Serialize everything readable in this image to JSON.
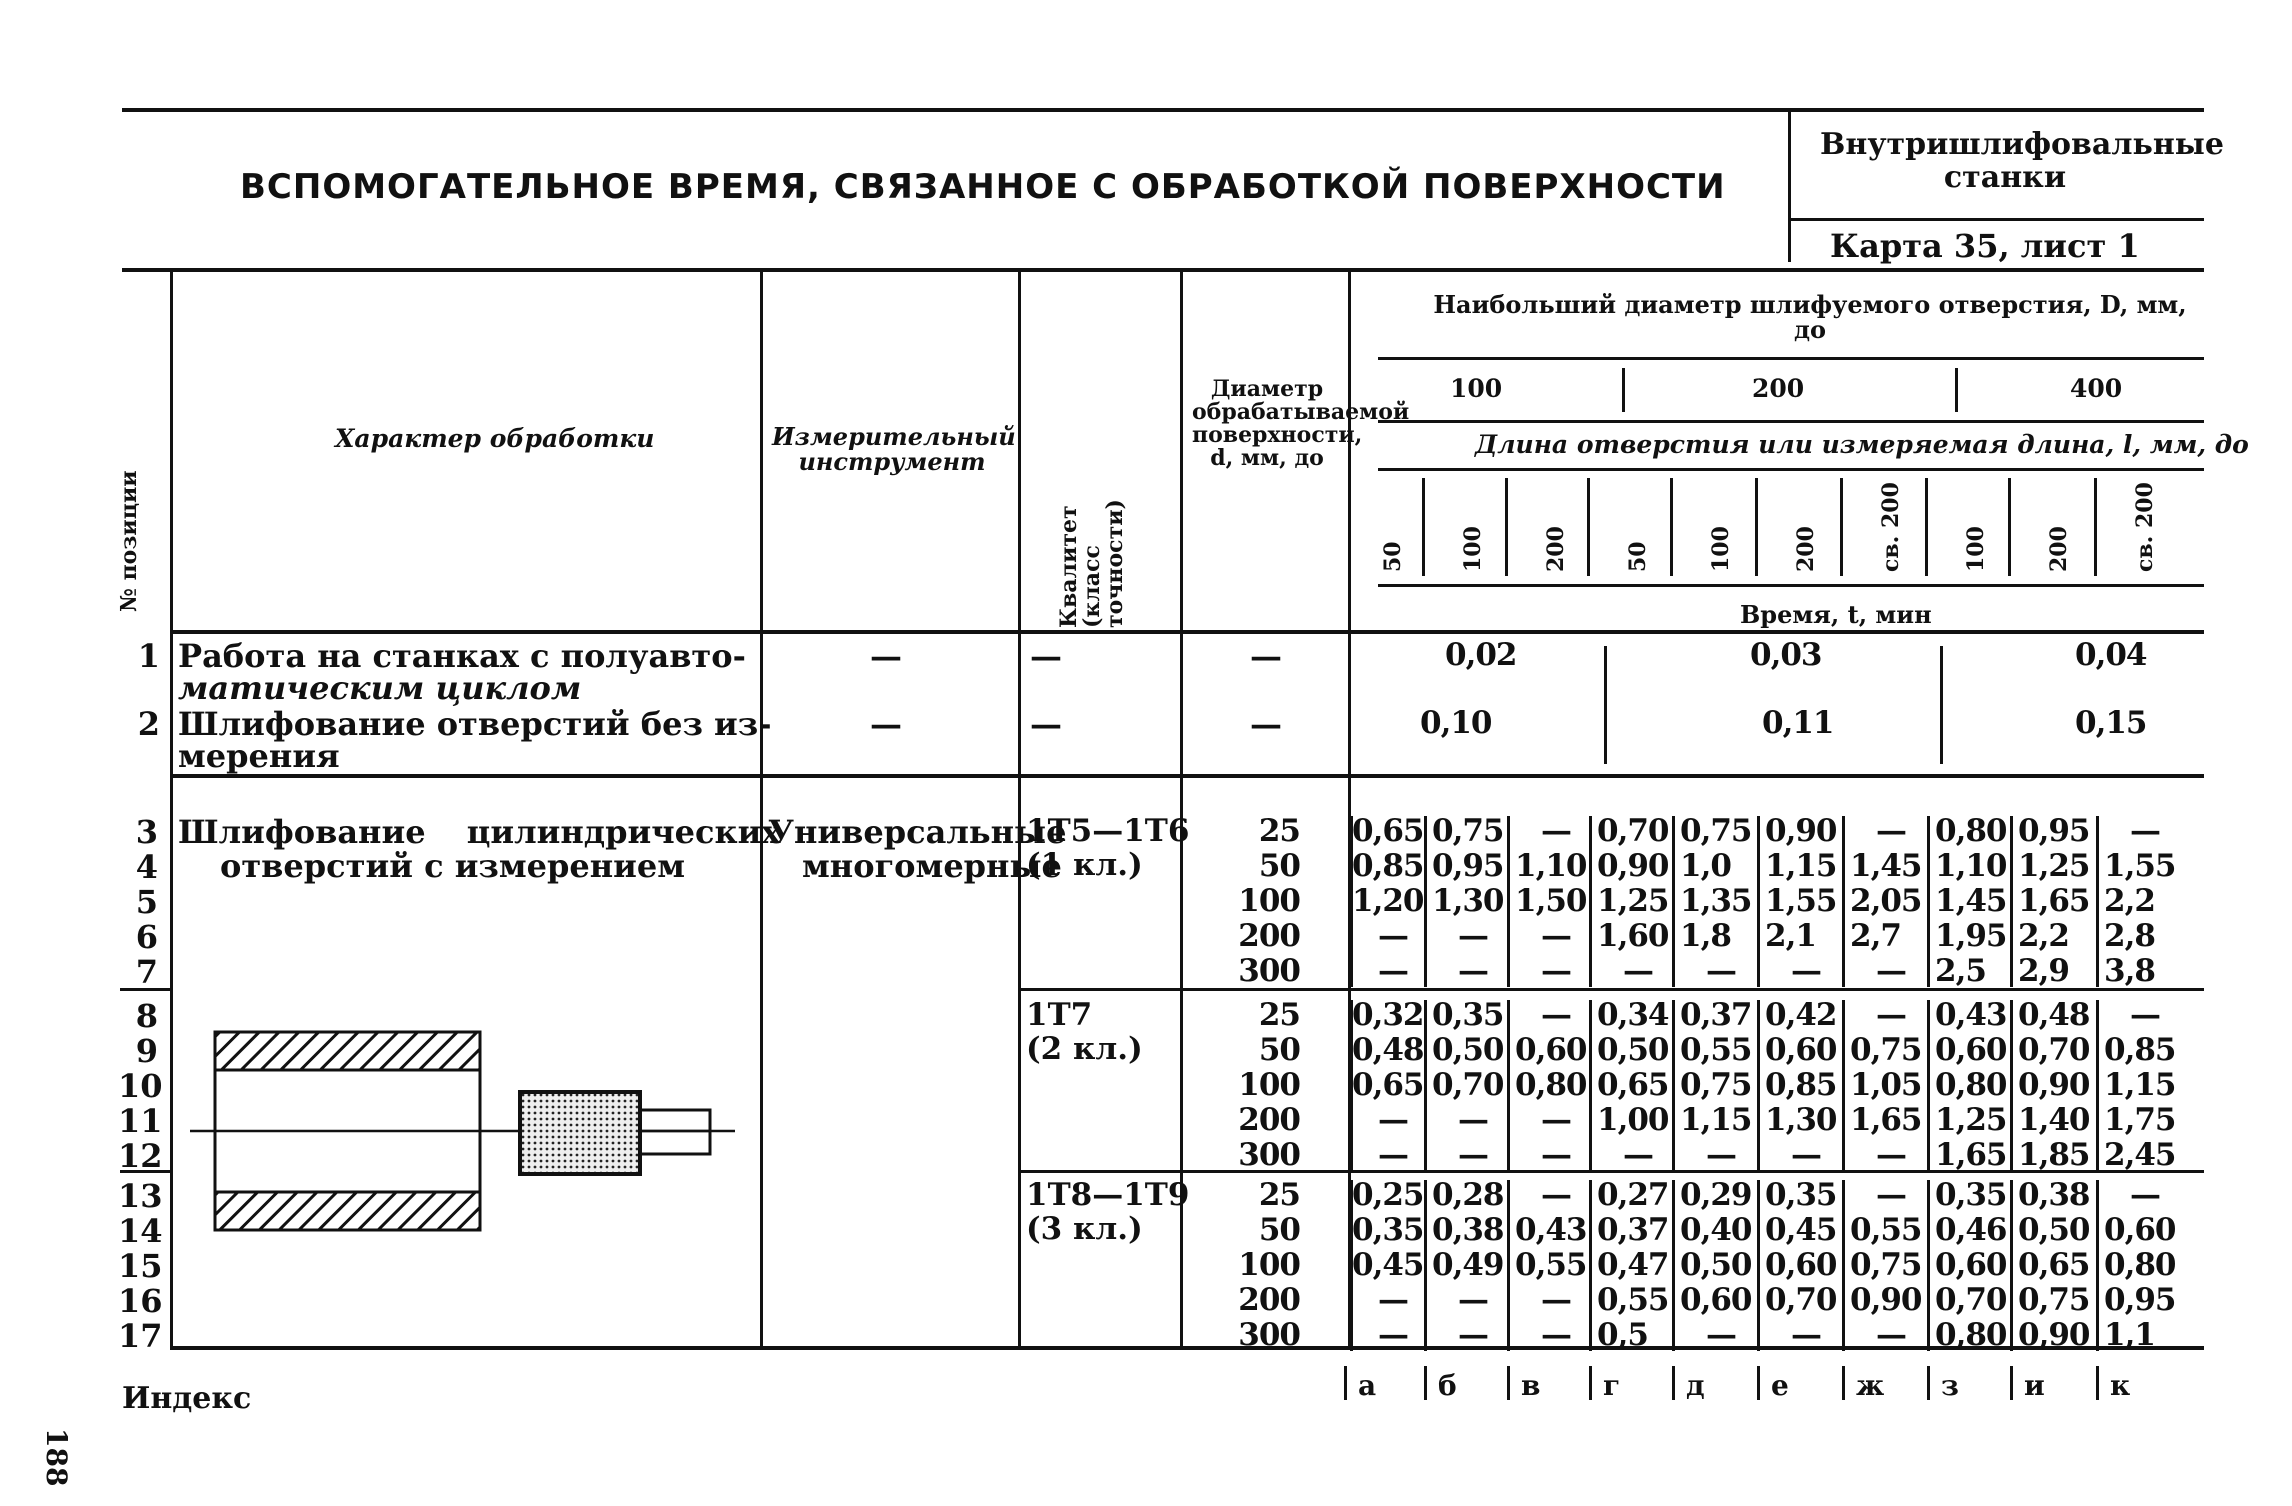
{
  "header": {
    "title": "ВСПОМОГАТЕЛЬНОЕ ВРЕМЯ, СВЯЗАННОЕ С ОБРАБОТКОЙ ПОВЕРХНОСТИ",
    "machine_type": "Внутришлифовальные станки",
    "card": "Карта 35, лист 1"
  },
  "columns": {
    "position": "№ позиции",
    "character": "Характер обработки",
    "instrument": "Измерительный инструмент",
    "quality": "Квалитет (класс точности)",
    "diameter": "Диаметр обрабатываемой поверхности, d, мм, до",
    "max_diameter": "Наибольший диаметр шлифуемого отверстия, D, мм, до",
    "d_groups": [
      "100",
      "200",
      "400"
    ],
    "length_header": "Длина отверстия или измеряемая длина, l, мм, до",
    "lengths": [
      "50",
      "100",
      "200",
      "50",
      "100",
      "200",
      "св. 200",
      "100",
      "200",
      "св. 200"
    ],
    "time_header": "Время, t, мин"
  },
  "rows_simple": [
    {
      "pos": "1",
      "text1": "Работа на станках с полуавто-",
      "text2": "матическим циклом",
      "inst": "—",
      "q": "—",
      "d": "—",
      "v100": "0,02",
      "v200": "0,03",
      "v400": "0,04"
    },
    {
      "pos": "2",
      "text1": "Шлифование отверстий без из-",
      "text2": "мерения",
      "inst": "—",
      "q": "—",
      "d": "—",
      "v100": "0,10",
      "v200": "0,11",
      "v400": "0,15"
    }
  ],
  "main_row": {
    "text1": "Шлифование цилиндрических",
    "text2": "отверстий с измерением",
    "inst1": "Универсальные",
    "inst2": "многомерные"
  },
  "groups": [
    {
      "q1": "1Т5—1Т6",
      "q2": "(1 кл.)",
      "rows": [
        {
          "pos": "3",
          "d": "25",
          "v": [
            "0,65",
            "0,75",
            "—",
            "0,70",
            "0,75",
            "0,90",
            "—",
            "0,80",
            "0,95",
            "—"
          ]
        },
        {
          "pos": "4",
          "d": "50",
          "v": [
            "0,85",
            "0,95",
            "1,10",
            "0,90",
            "1,0",
            "1,15",
            "1,45",
            "1,10",
            "1,25",
            "1,55"
          ]
        },
        {
          "pos": "5",
          "d": "100",
          "v": [
            "1,20",
            "1,30",
            "1,50",
            "1,25",
            "1,35",
            "1,55",
            "2,05",
            "1,45",
            "1,65",
            "2,2"
          ]
        },
        {
          "pos": "6",
          "d": "200",
          "v": [
            "—",
            "—",
            "—",
            "1,60",
            "1,8",
            "2,1",
            "2,7",
            "1,95",
            "2,2",
            "2,8"
          ]
        },
        {
          "pos": "7",
          "d": "300",
          "v": [
            "—",
            "—",
            "—",
            "—",
            "—",
            "—",
            "—",
            "2,5",
            "2,9",
            "3,8"
          ]
        }
      ]
    },
    {
      "q1": "1Т7",
      "q2": "(2 кл.)",
      "rows": [
        {
          "pos": "8",
          "d": "25",
          "v": [
            "0,32",
            "0,35",
            "—",
            "0,34",
            "0,37",
            "0,42",
            "—",
            "0,43",
            "0,48",
            "—"
          ]
        },
        {
          "pos": "9",
          "d": "50",
          "v": [
            "0,48",
            "0,50",
            "0,60",
            "0,50",
            "0,55",
            "0,60",
            "0,75",
            "0,60",
            "0,70",
            "0,85"
          ]
        },
        {
          "pos": "10",
          "d": "100",
          "v": [
            "0,65",
            "0,70",
            "0,80",
            "0,65",
            "0,75",
            "0,85",
            "1,05",
            "0,80",
            "0,90",
            "1,15"
          ]
        },
        {
          "pos": "11",
          "d": "200",
          "v": [
            "—",
            "—",
            "—",
            "1,00",
            "1,15",
            "1,30",
            "1,65",
            "1,25",
            "1,40",
            "1,75"
          ]
        },
        {
          "pos": "12",
          "d": "300",
          "v": [
            "—",
            "—",
            "—",
            "—",
            "—",
            "—",
            "—",
            "1,65",
            "1,85",
            "2,45"
          ]
        }
      ]
    },
    {
      "q1": "1Т8—1Т9",
      "q2": "(3 кл.)",
      "rows": [
        {
          "pos": "13",
          "d": "25",
          "v": [
            "0,25",
            "0,28",
            "—",
            "0,27",
            "0,29",
            "0,35",
            "—",
            "0,35",
            "0,38",
            "—"
          ]
        },
        {
          "pos": "14",
          "d": "50",
          "v": [
            "0,35",
            "0,38",
            "0,43",
            "0,37",
            "0,40",
            "0,45",
            "0,55",
            "0,46",
            "0,50",
            "0,60"
          ]
        },
        {
          "pos": "15",
          "d": "100",
          "v": [
            "0,45",
            "0,49",
            "0,55",
            "0,47",
            "0,50",
            "0,60",
            "0,75",
            "0,60",
            "0,65",
            "0,80"
          ]
        },
        {
          "pos": "16",
          "d": "200",
          "v": [
            "—",
            "—",
            "—",
            "0,55",
            "0,60",
            "0,70",
            "0,90",
            "0,70",
            "0,75",
            "0,95"
          ]
        },
        {
          "pos": "17",
          "d": "300",
          "v": [
            "—",
            "—",
            "—",
            "0,5",
            "—",
            "—",
            "—",
            "0,80",
            "0,90",
            "1,1"
          ]
        }
      ]
    }
  ],
  "index_label": "Индекс",
  "index_letters": [
    "а",
    "б",
    "в",
    "г",
    "д",
    "е",
    "ж",
    "з",
    "и",
    "к"
  ],
  "page_number": "188"
}
